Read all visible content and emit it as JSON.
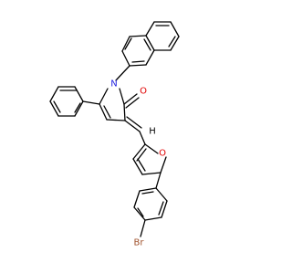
{
  "molecule": {
    "atoms": {
      "nitrogen": {
        "symbol": "N",
        "color": "#2020e0"
      },
      "carbonyl_oxygen": {
        "symbol": "O",
        "color": "#e00000"
      },
      "furan_oxygen": {
        "symbol": "O",
        "color": "#e00000"
      },
      "bromine": {
        "symbol": "Br",
        "color": "#a0522d"
      },
      "hydrogen": {
        "symbol": "H",
        "color": "#000000"
      }
    }
  }
}
